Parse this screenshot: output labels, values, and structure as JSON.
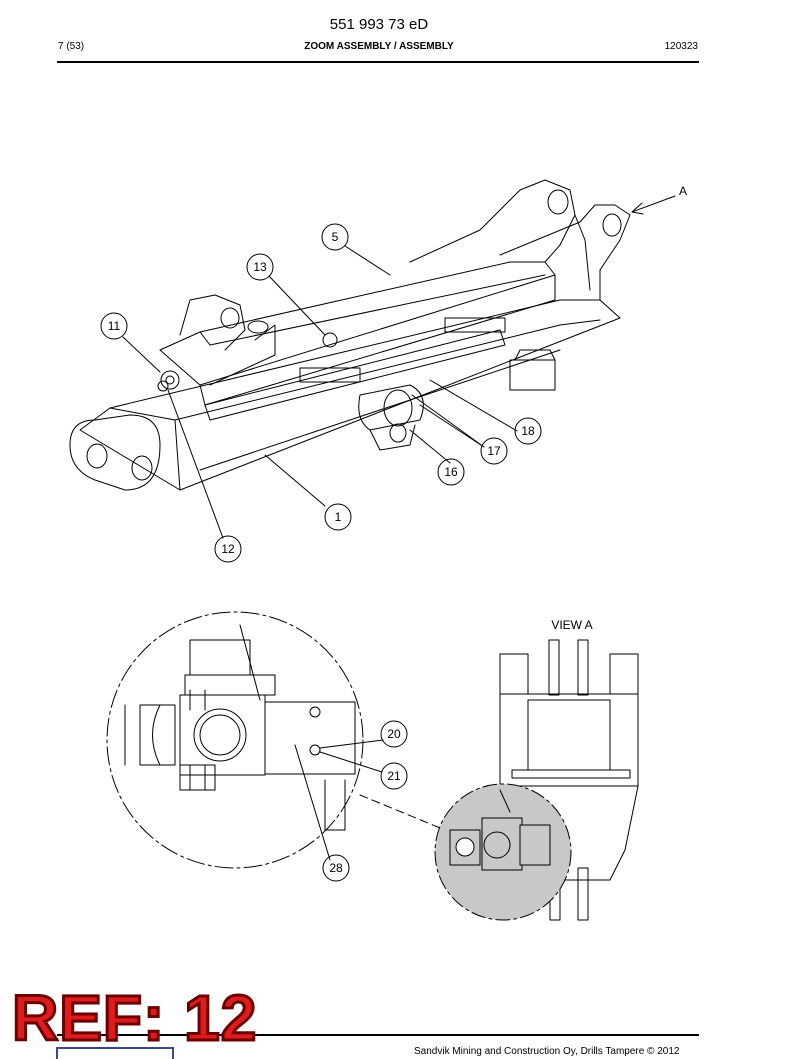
{
  "header": {
    "doc_number": "551 993 73 eD",
    "page": "7 (53)",
    "title": "ZOOM ASSEMBLY / ASSEMBLY",
    "date": "120323"
  },
  "drawing": {
    "callouts": [
      "5",
      "13",
      "11",
      "18",
      "17",
      "16",
      "1",
      "12",
      "20",
      "21",
      "28"
    ],
    "view_marker": "A",
    "view_label": "VIEW A"
  },
  "stamp": {
    "text": "REF: 12"
  },
  "footer": {
    "text": "Sandvik Mining and Construction Oy, Drills Tampere © 2012"
  }
}
